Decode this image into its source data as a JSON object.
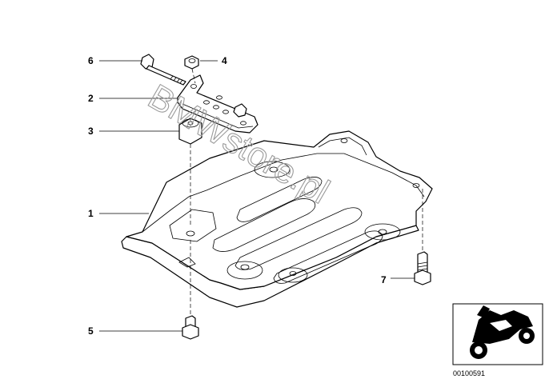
{
  "callouts": [
    {
      "key": "1",
      "label": "1"
    },
    {
      "key": "2",
      "label": "2"
    },
    {
      "key": "3",
      "label": "3"
    },
    {
      "key": "4",
      "label": "4"
    },
    {
      "key": "5",
      "label": "5"
    },
    {
      "key": "6",
      "label": "6"
    },
    {
      "key": "7",
      "label": "7"
    }
  ],
  "watermark": "BMWstore.pl",
  "diagram_number": "00100591",
  "colors": {
    "background": "#ffffff",
    "line": "#000000",
    "part_fill": "#ffffff",
    "slot_fill": "#ffffff",
    "watermark": "#9a9a9a"
  }
}
